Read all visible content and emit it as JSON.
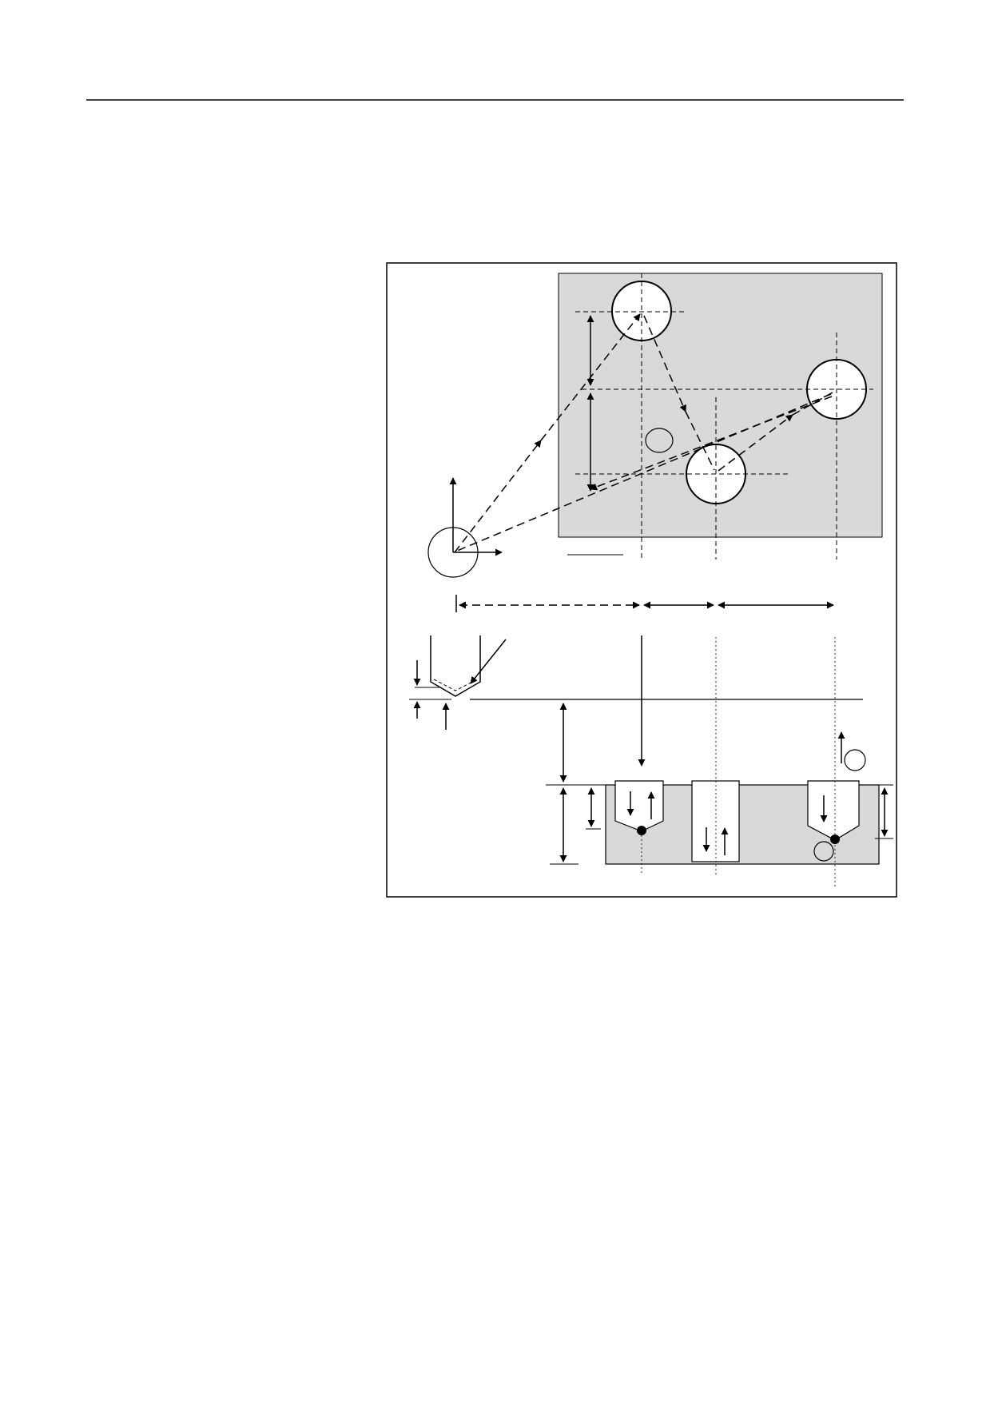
{
  "page": {
    "background": "#ffffff",
    "ink": "#000000",
    "workpiece_fill": "#d9d9d9"
  },
  "diagram": {
    "type": "drilling-cycle-schematic",
    "top_view": {
      "holes": 3,
      "small_index_circles": 1
    },
    "side_view": {
      "holes": 3,
      "bottom_index_circles": 1,
      "retract_index_circles": 1
    }
  }
}
